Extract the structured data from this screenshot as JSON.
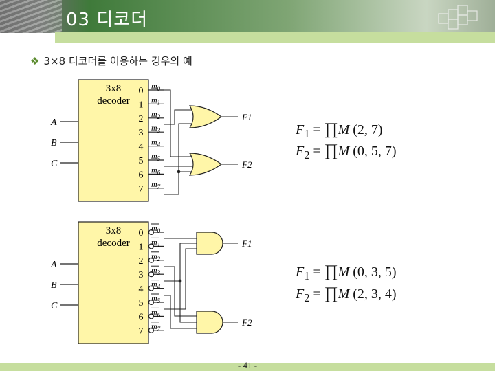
{
  "header": {
    "title": "03 디코더"
  },
  "bullet": {
    "marker": "❖",
    "text": "3×8 디코더를 이용하는 경우의 예"
  },
  "diagram1": {
    "decoder_label_1": "3x8",
    "decoder_label_2": "decoder",
    "inputs": [
      "A",
      "B",
      "C"
    ],
    "outputs": [
      "0",
      "1",
      "2",
      "3",
      "4",
      "5",
      "6",
      "7"
    ],
    "minterms": [
      "m0",
      "m1",
      "m2",
      "m3",
      "m4",
      "m5",
      "m6",
      "m7"
    ],
    "gate_outputs": [
      "F1",
      "F2"
    ],
    "formula1": {
      "lhs": "F",
      "sub": "1",
      "op": "=",
      "fn": "M",
      "args": "(2, 7)"
    },
    "formula2": {
      "lhs": "F",
      "sub": "2",
      "op": "=",
      "fn": "M",
      "args": "(0, 5, 7)"
    }
  },
  "diagram2": {
    "decoder_label_1": "3x8",
    "decoder_label_2": "decoder",
    "inputs": [
      "A",
      "B",
      "C"
    ],
    "outputs": [
      "0",
      "1",
      "2",
      "3",
      "4",
      "5",
      "6",
      "7"
    ],
    "minterms": [
      "m0",
      "m1",
      "m2",
      "m3",
      "m4",
      "m5",
      "m6",
      "m7"
    ],
    "gate_outputs": [
      "F1",
      "F2"
    ],
    "formula1": {
      "lhs": "F",
      "sub": "1",
      "op": "=",
      "fn": "M",
      "args": "(0, 3, 5)"
    },
    "formula2": {
      "lhs": "F",
      "sub": "2",
      "op": "=",
      "fn": "M",
      "args": "(2, 3, 4)"
    }
  },
  "footer": {
    "page": "- 41 -"
  }
}
